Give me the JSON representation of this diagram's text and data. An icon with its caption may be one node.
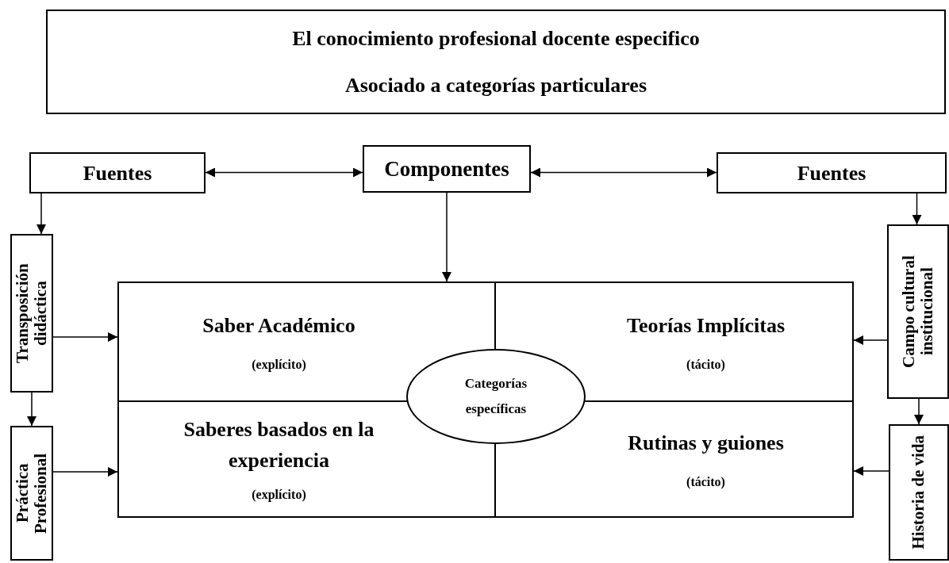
{
  "diagram": {
    "nodes": [
      {
        "text": [
          "El conocimiento profesional docente especifico",
          "Asociado a categorías particulares"
        ]
      },
      {
        "text": [
          "Fuentes"
        ]
      },
      {
        "text": [
          "Componentes"
        ]
      },
      {
        "text": [
          "Fuentes"
        ]
      },
      {
        "text": [
          "Transposición didáctica"
        ]
      },
      {
        "text": [
          "Campo cultural institucional"
        ]
      },
      {
        "text": [],
        "shape": "box"
      },
      {
        "text": [
          "Saber Académico",
          "(explícito)"
        ],
        "in": 6
      },
      {
        "text": [
          "Teorías Implícitas",
          "(tácito)"
        ],
        "in": 6
      },
      {
        "text": [
          "Categorías específicas"
        ],
        "in": 6
      },
      {
        "text": [
          "Saberes basados en la experiencia",
          "(explícito)"
        ],
        "in": 6
      },
      {
        "text": [
          "Rutinas y guiones",
          "(tácito)"
        ],
        "in": 6
      },
      {
        "text": [
          "Práctica Profesional"
        ]
      },
      {
        "text": [
          "Historia de vida"
        ]
      }
    ],
    "edges": [
      {
        "from": 1,
        "to": 2,
        "arrow": "both"
      },
      {
        "from": 2,
        "to": 3,
        "arrow": "both"
      },
      {
        "from": 1,
        "to": 4,
        "arrow": "to"
      },
      {
        "from": 2,
        "to": 6,
        "arrow": "to"
      },
      {
        "from": 4,
        "to": 7,
        "arrow": "to"
      },
      {
        "from": 4,
        "to": 12,
        "arrow": "to"
      },
      {
        "from": 12,
        "to": 10,
        "arrow": "to"
      },
      {
        "from": 3,
        "to": 5,
        "arrow": "to"
      },
      {
        "from": 5,
        "to": 8,
        "arrow": "to"
      },
      {
        "from": 5,
        "to": 13,
        "arrow": "to"
      },
      {
        "from": 13,
        "to": 11,
        "arrow": "to"
      }
    ]
  }
}
